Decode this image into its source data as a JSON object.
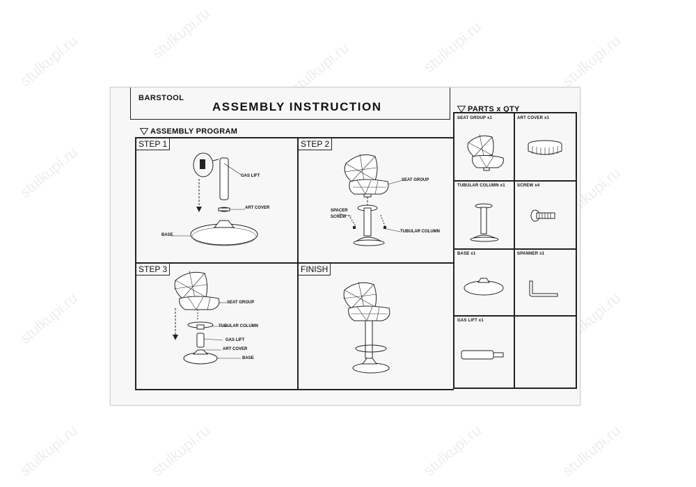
{
  "header": {
    "product": "BARSTOOL",
    "title": "ASSEMBLY INSTRUCTION"
  },
  "assembly_program": {
    "title": "ASSEMBLY PROGRAM",
    "steps": [
      {
        "label": "STEP 1",
        "callouts": [
          "GAS LIFT",
          "ART COVER",
          "BASE"
        ]
      },
      {
        "label": "STEP 2",
        "callouts": [
          "SEAT GROUP",
          "SPACER",
          "SCREW",
          "TUBULAR COLUMN"
        ]
      },
      {
        "label": "STEP 3",
        "callouts": [
          "SEAT GROUP",
          "TUBULAR COLUMN",
          "GAS LIFT",
          "ART COVER",
          "BASE"
        ]
      },
      {
        "label": "FINISH",
        "callouts": []
      }
    ]
  },
  "parts": {
    "title": "PARTS x QTY",
    "items": [
      {
        "label": "SEAT GROUP  x1",
        "icon": "seat-group-icon"
      },
      {
        "label": "ART COVER  x1",
        "icon": "art-cover-icon"
      },
      {
        "label": "TUBULAR COLUMN x1",
        "icon": "tubular-column-icon"
      },
      {
        "label": "SCREW  x4",
        "icon": "screw-icon"
      },
      {
        "label": "BASE  x1",
        "icon": "base-icon"
      },
      {
        "label": "SPANNER  x1",
        "icon": "spanner-icon"
      },
      {
        "label": "GAS LIFT  x1",
        "icon": "gas-lift-icon"
      },
      {
        "label": "",
        "icon": ""
      }
    ]
  },
  "watermark": "stulkupi.ru"
}
